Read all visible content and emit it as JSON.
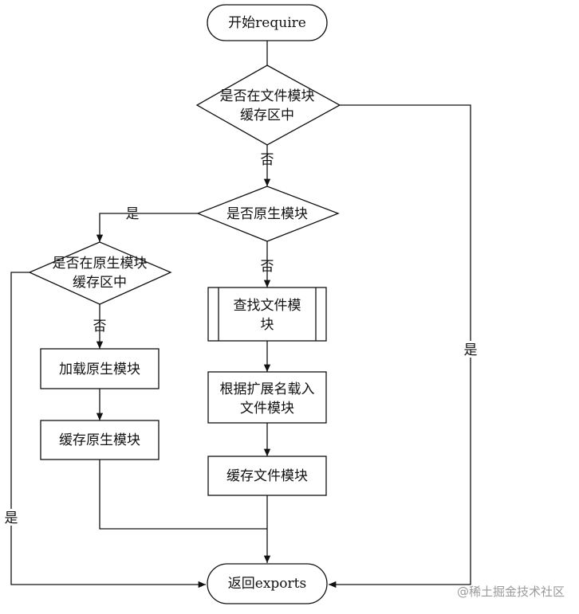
{
  "diagram": {
    "start": "开始require",
    "decision_in_file_cache": [
      "是否在文件模块",
      "缓存区中"
    ],
    "no_1": "否",
    "decision_is_native": "是否原生模块",
    "yes_native": "是",
    "no_2": "否",
    "decision_in_native_cache": [
      "是否在原生模块",
      "缓存区中"
    ],
    "no_3": "否",
    "load_native": "加载原生模块",
    "cache_native": "缓存原生模块",
    "find_file_module": [
      "查找文件模",
      "块"
    ],
    "load_by_extension": [
      "根据扩展名载入",
      "文件模块"
    ],
    "cache_file_module": "缓存文件模块",
    "yes_file_cache": "是",
    "yes_native_cache": "是",
    "end": "返回exports"
  },
  "watermark": "@稀土掘金技术社区",
  "colors": {
    "stroke": "#111111",
    "text": "#111111",
    "background": "#ffffff",
    "watermark": "#9a9a9a"
  }
}
